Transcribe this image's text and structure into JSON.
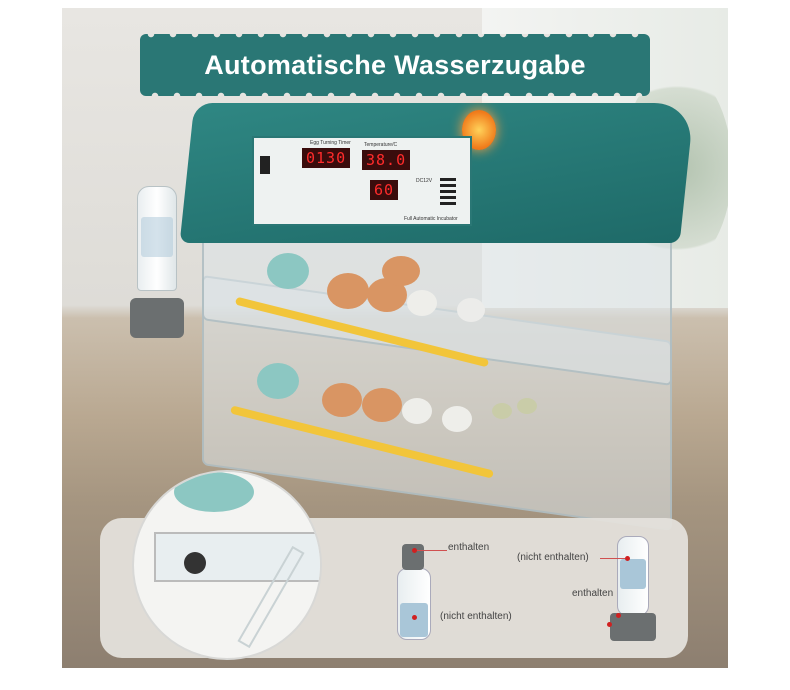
{
  "banner": {
    "title": "Automatische Wasserzugabe"
  },
  "control_panel": {
    "egg_turning_label": "Egg Turning Timer",
    "egg_turning_value": "0130",
    "temperature_label": "Temperature/C",
    "temperature_value": "38.0",
    "humidity_value": "60",
    "voltage_label": "DC12V",
    "product_label": "Full Automatic Incubator"
  },
  "callouts": {
    "cap_included": "enthalten",
    "bottle_not_included_left": "(nicht enthalten)",
    "bottle_not_included_right": "(nicht enthalten)",
    "base_included": "enthalten"
  },
  "colors": {
    "brand_teal": "#2a7775",
    "led_red": "#ff2b2b",
    "roller_yellow": "#f2c53a"
  }
}
